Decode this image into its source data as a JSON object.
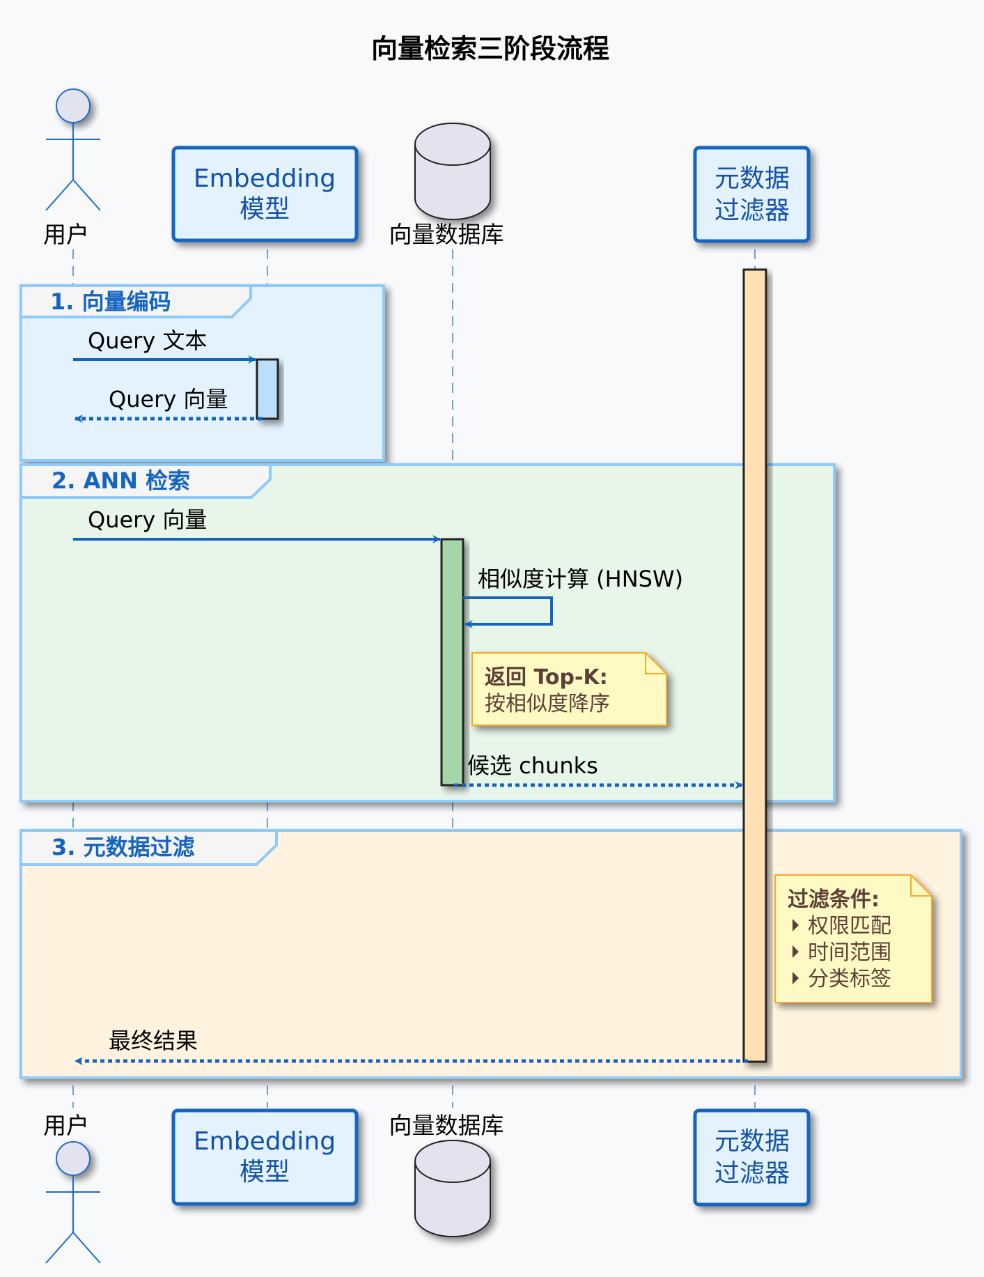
{
  "title": "向量检索三阶段流程",
  "participants": {
    "user": {
      "label": "用户",
      "type": "actor"
    },
    "embedding": {
      "line1": "Embedding",
      "line2": "模型",
      "type": "participant"
    },
    "vectordb": {
      "label": "向量数据库",
      "type": "database"
    },
    "filter": {
      "line1": "元数据",
      "line2": "过滤器",
      "type": "participant"
    }
  },
  "groups": [
    {
      "label": "1. 向量编码",
      "color": "#e3f2fd"
    },
    {
      "label": "2. ANN 检索",
      "color": "#e8f5e9"
    },
    {
      "label": "3. 元数据过滤",
      "color": "#fff3e0"
    }
  ],
  "messages": [
    {
      "label": "Query 文本",
      "from": "user",
      "to": "embedding",
      "style": "solid"
    },
    {
      "label": "Query 向量",
      "from": "embedding",
      "to": "user",
      "style": "dotted"
    },
    {
      "label": "Query 向量",
      "from": "user",
      "to": "vectordb",
      "style": "solid"
    },
    {
      "label": "相似度计算 (HNSW)",
      "from": "vectordb",
      "to": "vectordb",
      "style": "solid"
    },
    {
      "label": "候选 chunks",
      "from": "vectordb",
      "to": "filter",
      "style": "dotted"
    },
    {
      "label": "最终结果",
      "from": "filter",
      "to": "user",
      "style": "dotted"
    }
  ],
  "notes": [
    {
      "title": "返回 Top-K:",
      "lines": [
        "按相似度降序"
      ]
    },
    {
      "title": "过滤条件:",
      "bullet_icon": "triangle-right-icon",
      "lines": [
        "权限匹配",
        "时间范围",
        "分类标签"
      ]
    }
  ],
  "colors": {
    "arrow": "#1565c0",
    "group_border": "#90caf9",
    "participant_border": "#1565c0",
    "participant_fill": "#e3f2fd",
    "activation_embedding": "#bbdefb",
    "activation_vectordb": "#a5d6a7",
    "activation_filter": "#ffe0b2",
    "note_fill": "#fff9c4",
    "note_border": "#f9a825"
  }
}
